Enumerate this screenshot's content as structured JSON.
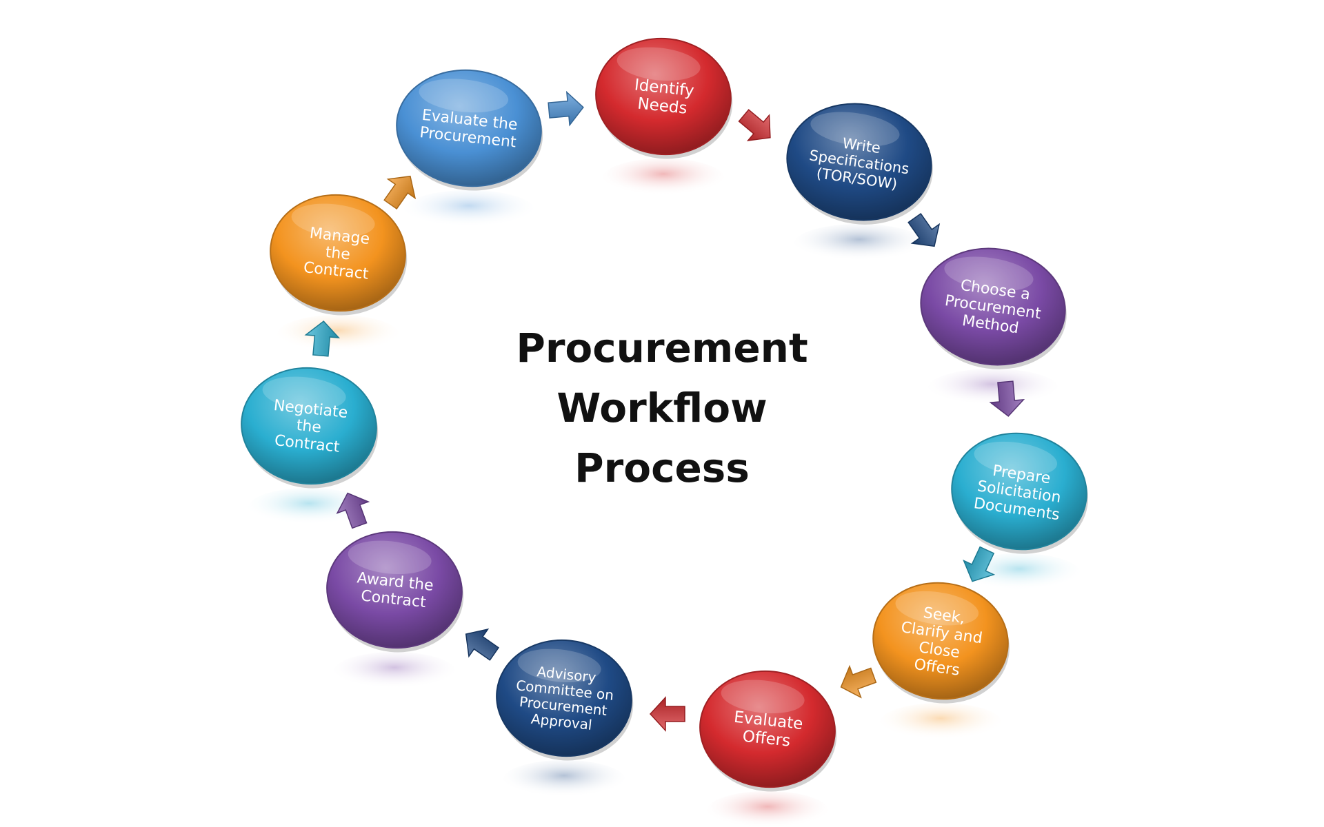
{
  "title": {
    "line1": "Procurement",
    "line2": "Workflow",
    "line3": "Process"
  },
  "colors": {
    "red": "#d42a2e",
    "navy": "#1f4a85",
    "purple": "#7a4aa5",
    "cyan": "#2aaed0",
    "orange": "#f3931f",
    "blue": "#4a90d4"
  },
  "steps": [
    {
      "id": "identify-needs",
      "lines": [
        "Identify",
        "Needs"
      ],
      "color": "red"
    },
    {
      "id": "write-specifications",
      "lines": [
        "Write",
        "Specifications",
        "(TOR/SOW)"
      ],
      "color": "navy"
    },
    {
      "id": "choose-procurement-method",
      "lines": [
        "Choose a",
        "Procurement",
        "Method"
      ],
      "color": "purple"
    },
    {
      "id": "prepare-solicitation-documents",
      "lines": [
        "Prepare",
        "Solicitation",
        "Documents"
      ],
      "color": "cyan"
    },
    {
      "id": "seek-clarify-close-offers",
      "lines": [
        "Seek,",
        "Clarify and",
        "Close",
        "Offers"
      ],
      "color": "orange"
    },
    {
      "id": "evaluate-offers",
      "lines": [
        "Evaluate",
        "Offers"
      ],
      "color": "red"
    },
    {
      "id": "advisory-committee-approval",
      "lines": [
        "Advisory",
        "Committee on",
        "Procurement",
        "Approval"
      ],
      "color": "navy"
    },
    {
      "id": "award-contract",
      "lines": [
        "Award the",
        "Contract"
      ],
      "color": "purple"
    },
    {
      "id": "negotiate-contract",
      "lines": [
        "Negotiate",
        "the",
        "Contract"
      ],
      "color": "cyan"
    },
    {
      "id": "manage-contract",
      "lines": [
        "Manage",
        "the",
        "Contract"
      ],
      "color": "orange"
    },
    {
      "id": "evaluate-procurement",
      "lines": [
        "Evaluate the",
        "Procurement"
      ],
      "color": "blue"
    }
  ]
}
